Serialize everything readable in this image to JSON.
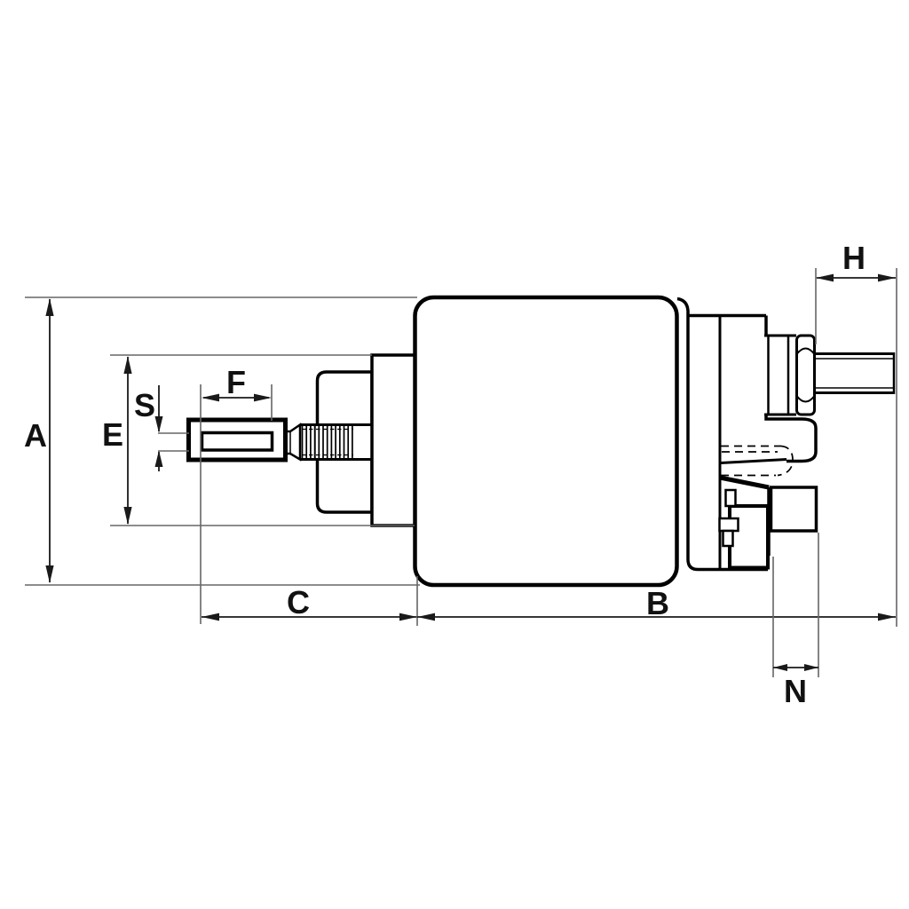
{
  "drawing": {
    "background_color": "#ffffff",
    "outline_color": "#000000",
    "dimension_line_color": "#1a1a1a",
    "extension_line_color": "#666666",
    "hatch_style": "diagonal-lines",
    "labels": {
      "A": "A",
      "E": "E",
      "S": "S",
      "F": "F",
      "C": "C",
      "B": "B",
      "H": "H",
      "N": "N"
    }
  }
}
